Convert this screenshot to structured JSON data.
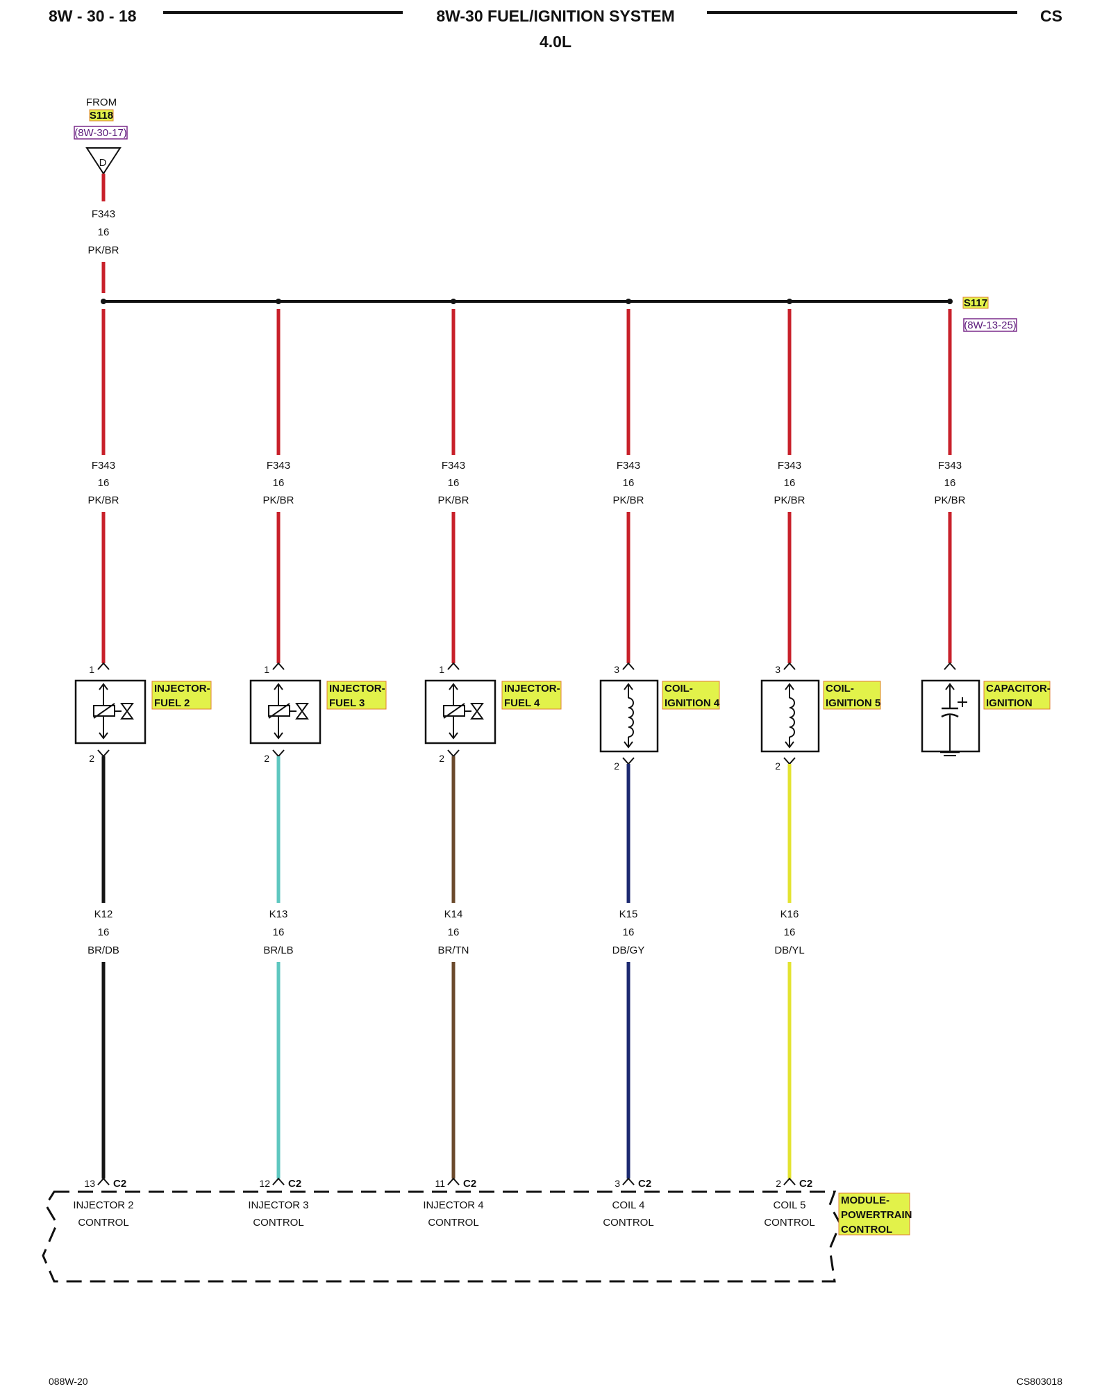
{
  "header": {
    "page_number": "8W - 30 - 18",
    "title": "8W-30 FUEL/IGNITION SYSTEM",
    "subtitle": "4.0L",
    "code": "CS"
  },
  "source": {
    "from_label": "FROM",
    "splice": "S118",
    "ref": "(8W-30-17)",
    "connector_letter": "D",
    "wire": {
      "circuit": "F343",
      "gauge": "16",
      "color": "PK/BR"
    }
  },
  "splice_right": {
    "name": "S117",
    "ref": "(8W-13-25)"
  },
  "columns": [
    {
      "feed": {
        "circuit": "F343",
        "gauge": "16",
        "color": "PK/BR"
      },
      "component": {
        "type": "injector",
        "label_lines": [
          "INJECTOR-",
          "FUEL 2"
        ],
        "pin_top": "1",
        "pin_bottom": "2"
      },
      "output": {
        "circuit": "K12",
        "gauge": "16",
        "color": "BR/DB",
        "stroke": "#151515"
      },
      "pcm": {
        "pin": "13",
        "connector": "C2",
        "label_lines": [
          "INJECTOR 2",
          "CONTROL"
        ]
      }
    },
    {
      "feed": {
        "circuit": "F343",
        "gauge": "16",
        "color": "PK/BR"
      },
      "component": {
        "type": "injector",
        "label_lines": [
          "INJECTOR-",
          "FUEL 3"
        ],
        "pin_top": "1",
        "pin_bottom": "2"
      },
      "output": {
        "circuit": "K13",
        "gauge": "16",
        "color": "BR/LB",
        "stroke": "#5ec7c0"
      },
      "pcm": {
        "pin": "12",
        "connector": "C2",
        "label_lines": [
          "INJECTOR 3",
          "CONTROL"
        ]
      }
    },
    {
      "feed": {
        "circuit": "F343",
        "gauge": "16",
        "color": "PK/BR"
      },
      "component": {
        "type": "injector",
        "label_lines": [
          "INJECTOR-",
          "FUEL 4"
        ],
        "pin_top": "1",
        "pin_bottom": "2"
      },
      "output": {
        "circuit": "K14",
        "gauge": "16",
        "color": "BR/TN",
        "stroke": "#6b4a2c"
      },
      "pcm": {
        "pin": "11",
        "connector": "C2",
        "label_lines": [
          "INJECTOR 4",
          "CONTROL"
        ]
      }
    },
    {
      "feed": {
        "circuit": "F343",
        "gauge": "16",
        "color": "PK/BR"
      },
      "component": {
        "type": "coil",
        "label_lines": [
          "COIL-",
          "IGNITION 4"
        ],
        "pin_top": "3",
        "pin_bottom": "2"
      },
      "output": {
        "circuit": "K15",
        "gauge": "16",
        "color": "DB/GY",
        "stroke": "#1c2a70"
      },
      "pcm": {
        "pin": "3",
        "connector": "C2",
        "label_lines": [
          "COIL 4",
          "CONTROL"
        ]
      }
    },
    {
      "feed": {
        "circuit": "F343",
        "gauge": "16",
        "color": "PK/BR"
      },
      "component": {
        "type": "coil",
        "label_lines": [
          "COIL-",
          "IGNITION 5"
        ],
        "pin_top": "3",
        "pin_bottom": "2"
      },
      "output": {
        "circuit": "K16",
        "gauge": "16",
        "color": "DB/YL",
        "stroke": "#e3e330"
      },
      "pcm": {
        "pin": "2",
        "connector": "C2",
        "label_lines": [
          "COIL 5",
          "CONTROL"
        ]
      }
    },
    {
      "feed": {
        "circuit": "F343",
        "gauge": "16",
        "color": "PK/BR"
      },
      "component": {
        "type": "capacitor",
        "label_lines": [
          "CAPACITOR-",
          "IGNITION"
        ],
        "pin_top": "",
        "pin_bottom": ""
      },
      "output": null,
      "pcm": null
    }
  ],
  "module": {
    "label_lines": [
      "MODULE-",
      "POWERTRAIN",
      "CONTROL"
    ]
  },
  "footer": {
    "left": "088W-20",
    "right": "CS803018"
  },
  "colors": {
    "pk_br_wire": "#c8202a",
    "label_highlight": "#e2f24a",
    "label_border": "#e08030",
    "ref_border": "#7a2a8a"
  }
}
